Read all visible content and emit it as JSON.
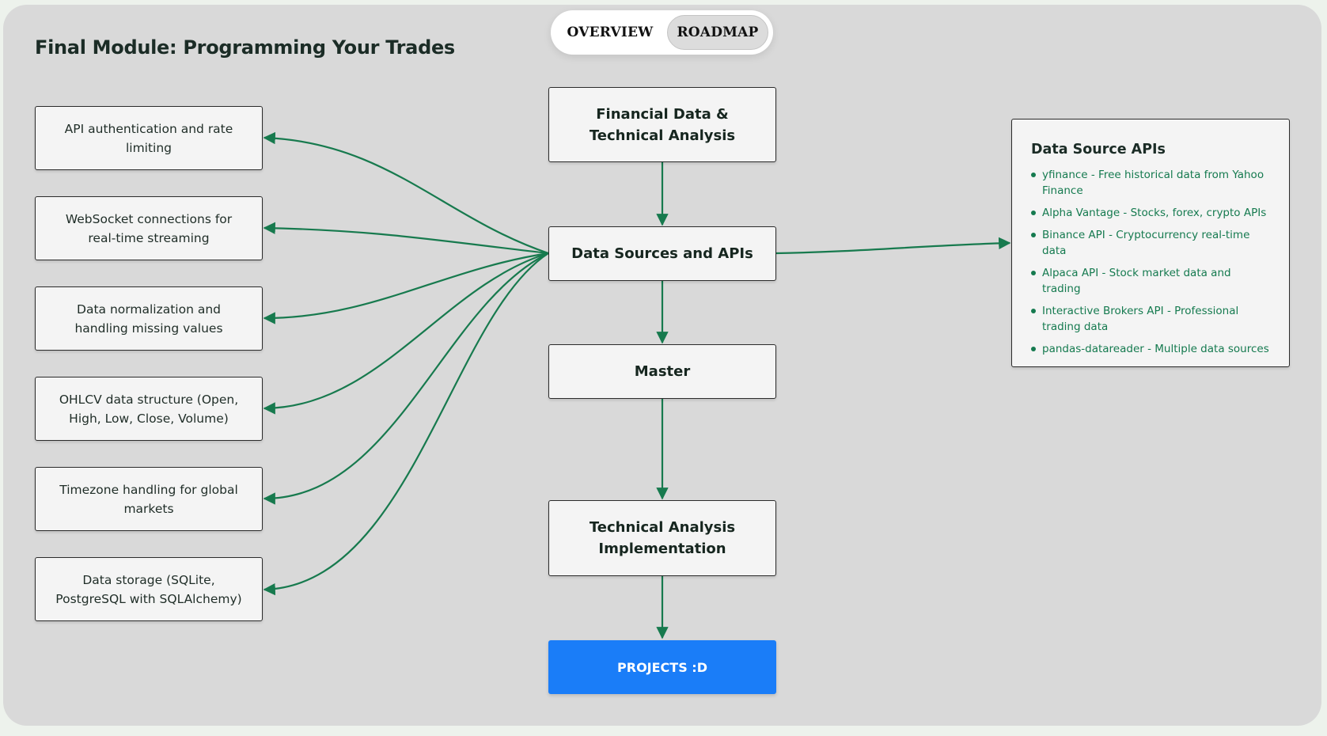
{
  "page": {
    "title": "Final Module: Programming Your Trades"
  },
  "tabs": [
    {
      "label": "OVERVIEW",
      "active": false
    },
    {
      "label": "ROADMAP",
      "active": true
    }
  ],
  "topics": [
    "API authentication and rate limiting",
    "WebSocket connections for real-time streaming",
    "Data normalization and handling missing values",
    "OHLCV data structure (Open, High, Low, Close, Volume)",
    "Timezone handling for global markets",
    "Data storage (SQLite, PostgreSQL with SQLAlchemy)"
  ],
  "flow": {
    "step1": "Financial Data & Technical Analysis",
    "step2": "Data Sources and APIs",
    "step3": "Master",
    "step4": "Technical Analysis Implementation",
    "projects": "PROJECTS :D"
  },
  "api_panel": {
    "title": "Data Source APIs",
    "items": [
      "yfinance - Free historical data from Yahoo Finance",
      "Alpha Vantage - Stocks, forex, crypto APIs",
      "Binance API - Cryptocurrency real-time data",
      "Alpaca API - Stock market data and trading",
      "Interactive Brokers API - Professional trading data",
      "pandas-datareader - Multiple data sources"
    ]
  },
  "colors": {
    "connector": "#177a4e",
    "accent": "#1a7df8",
    "panel": "#d9d9d9",
    "node": "#f4f4f4"
  }
}
